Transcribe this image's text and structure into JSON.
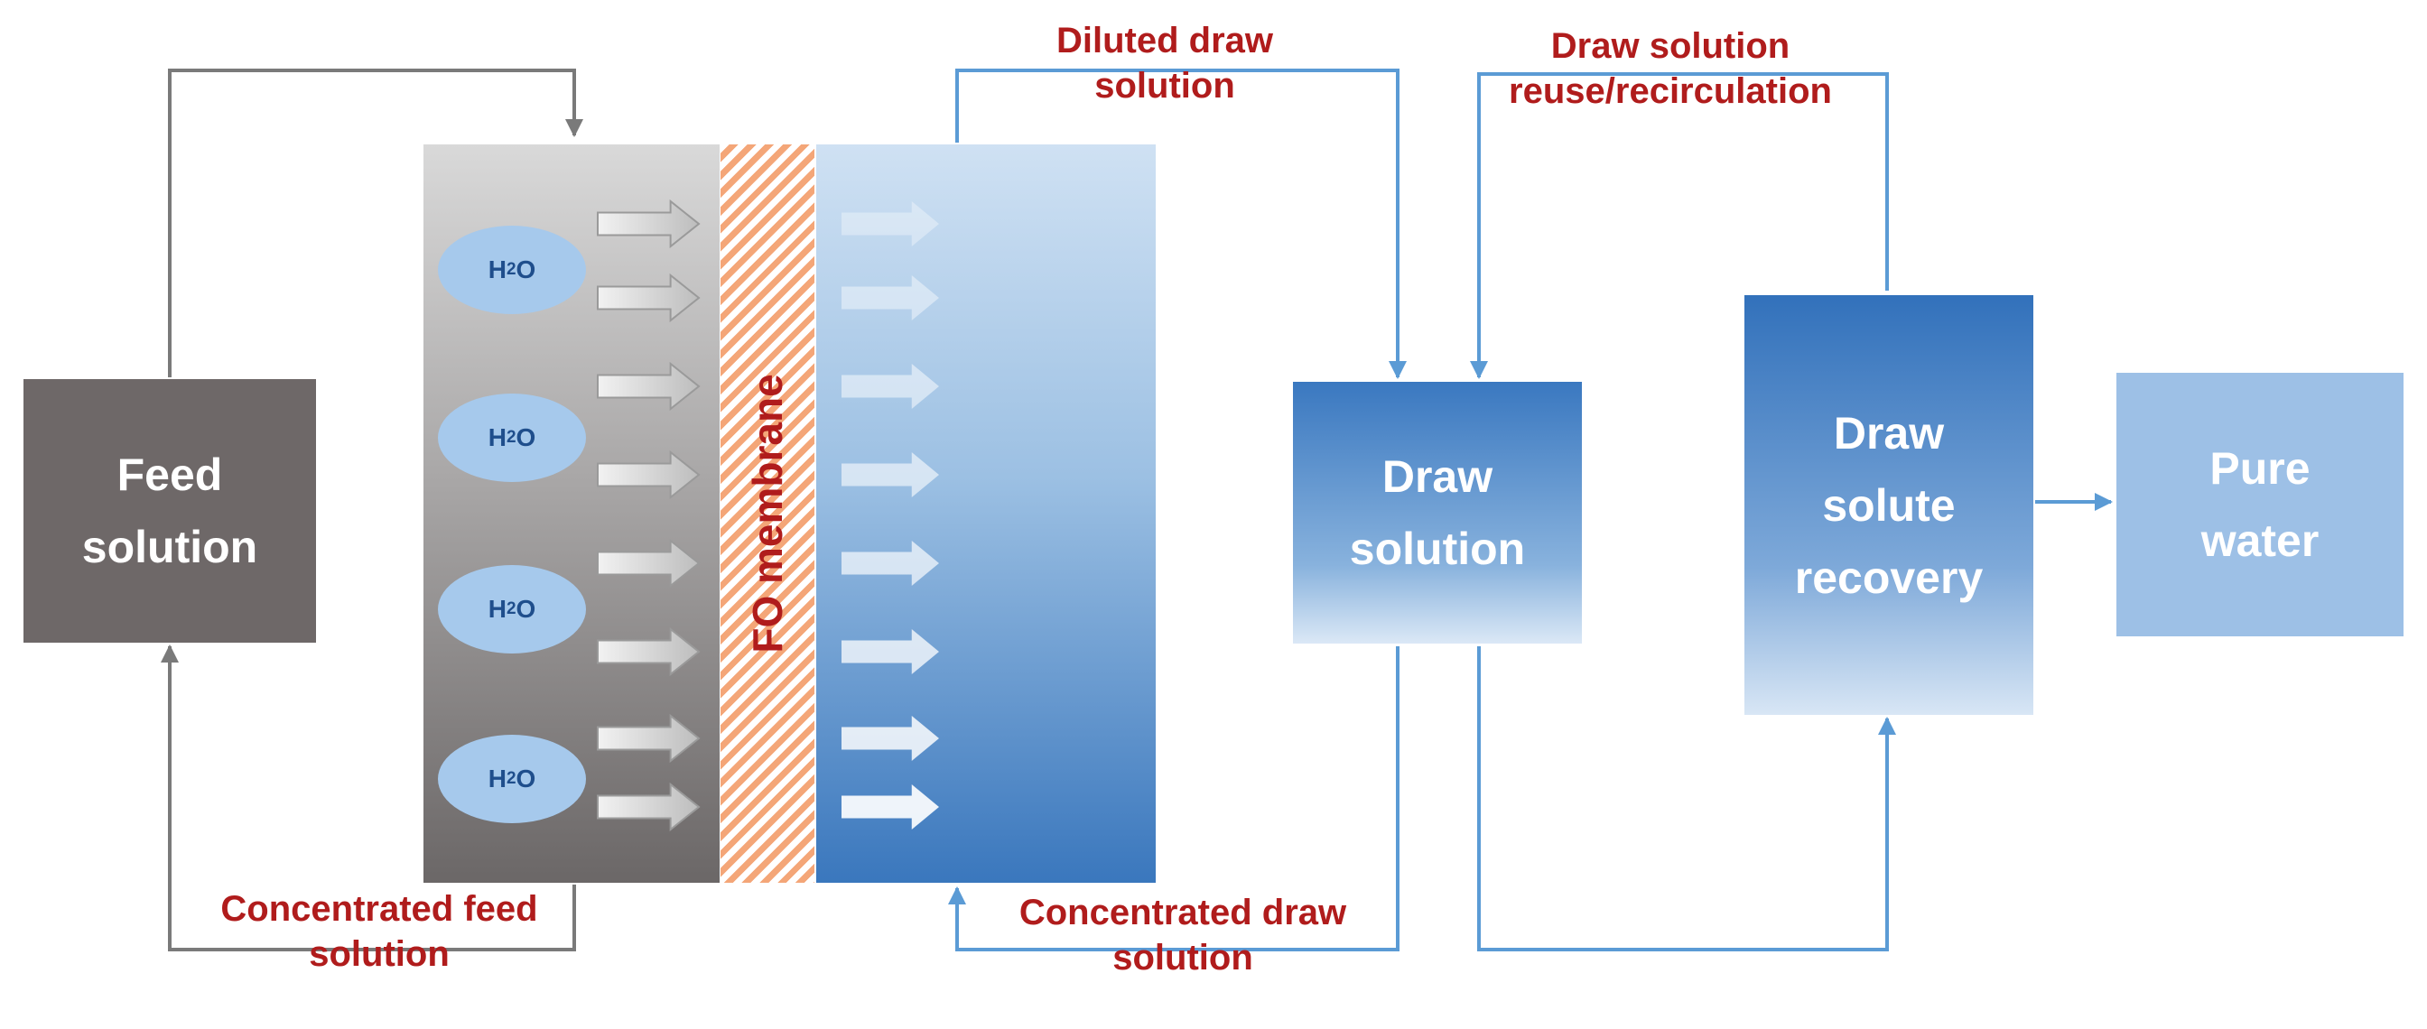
{
  "boxes": {
    "feed": [
      "Feed",
      "solution"
    ],
    "draw": [
      "Draw",
      "solution"
    ],
    "recovery": [
      "Draw",
      "solute",
      "recovery"
    ],
    "pure": [
      "Pure",
      "water"
    ]
  },
  "membrane_label": "FO membrane",
  "molecule": {
    "base": "H",
    "sub": "2",
    "tail": "O"
  },
  "labels": {
    "diluted": [
      "Diluted draw",
      "solution"
    ],
    "reuse": [
      "Draw solution",
      "reuse/recirculation"
    ],
    "conc_feed": [
      "Concentrated feed",
      "solution"
    ],
    "conc_draw": [
      "Concentrated draw",
      "solution"
    ]
  },
  "colors": {
    "label_red": "#b01c1c",
    "feed_gray": "#6e6868",
    "flow_blue": "#5b9bd5",
    "flow_gray": "#7a7a7a",
    "membrane_orange": "#f4a678"
  }
}
